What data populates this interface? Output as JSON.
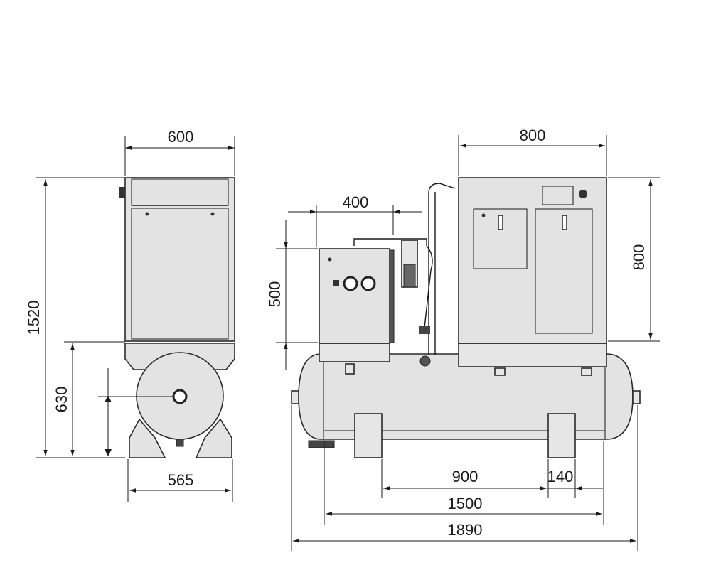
{
  "diagram": {
    "side_view": {
      "width_top": "600",
      "height_total": "1520",
      "height_tank": "630",
      "width_base": "565"
    },
    "front_view": {
      "width_compressor": "800",
      "height_compressor": "800",
      "width_dryer": "400",
      "height_dryer": "500",
      "foot_spacing": "900",
      "foot_width": "140",
      "tank_length": "1500",
      "overall_length": "1890"
    },
    "colors": {
      "line": "#1a1a1a",
      "body": "#e3e3e3",
      "text": "#1a1a1a"
    }
  }
}
